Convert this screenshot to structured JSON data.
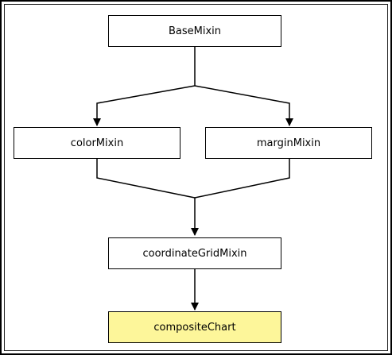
{
  "diagram": {
    "nodes": {
      "base_mixin": "BaseMixin",
      "color_mixin": "colorMixin",
      "margin_mixin": "marginMixin",
      "coordinate_grid_mixin": "coordinateGridMixin",
      "composite_chart": "compositeChart"
    },
    "highlight_node": "composite_chart",
    "colors": {
      "highlight_fill": "#fdf69a",
      "box_fill": "#ffffff",
      "stroke": "#000000"
    },
    "edges": [
      {
        "from": "base_mixin",
        "to": "color_mixin"
      },
      {
        "from": "base_mixin",
        "to": "margin_mixin"
      },
      {
        "from": "color_mixin",
        "to": "coordinate_grid_mixin"
      },
      {
        "from": "margin_mixin",
        "to": "coordinate_grid_mixin"
      },
      {
        "from": "coordinate_grid_mixin",
        "to": "composite_chart"
      }
    ]
  }
}
